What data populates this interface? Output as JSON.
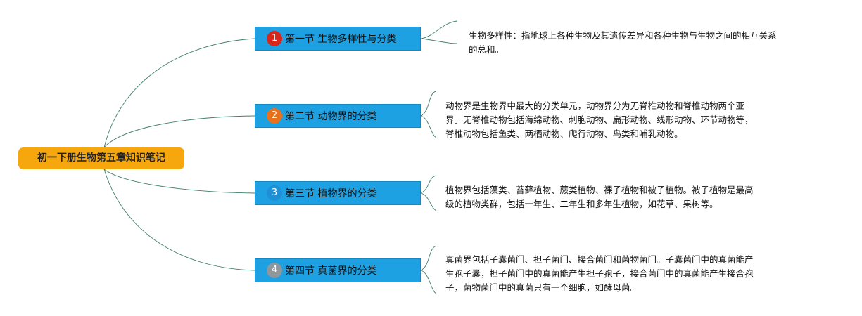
{
  "root": {
    "label": "初一下册生物第五章知识笔记"
  },
  "colors": {
    "root_fill": "#f7a70e",
    "topic_fill": "#1da1e2",
    "connector": "#3f7f6a"
  },
  "topics": [
    {
      "badge": "1",
      "badge_color": "#d9261c",
      "label": "第一节 生物多样性与分类",
      "note_lines": [
        "生物多样性：指地球上各种生物及其遗传差异和各种生物与生物之间的相互关系",
        "的总和。"
      ]
    },
    {
      "badge": "2",
      "badge_color": "#e8711c",
      "label": "第二节 动物界的分类",
      "note_lines": [
        "动物界是生物界中最大的分类单元，动物界分为无脊椎动物和脊椎动物两个亚",
        "界。无脊椎动物包括海绵动物、刺胞动物、扁形动物、线形动物、环节动物等，",
        "脊椎动物包括鱼类、两栖动物、爬行动物、鸟类和哺乳动物。"
      ]
    },
    {
      "badge": "3",
      "badge_color": "#1f8fd6",
      "label": "第三节 植物界的分类",
      "note_lines": [
        "植物界包括藻类、苔藓植物、蕨类植物、裸子植物和被子植物。被子植物是最高",
        "级的植物类群，包括一年生、二年生和多年生植物，如花草、果树等。"
      ]
    },
    {
      "badge": "4",
      "badge_color": "#8f979c",
      "label": "第四节 真菌界的分类",
      "note_lines": [
        "真菌界包括子囊菌门、担子菌门、接合菌门和菌物菌门。子囊菌门中的真菌能产",
        "生孢子囊，担子菌门中的真菌能产生担子孢子，接合菌门中的真菌能产生接合孢",
        "子，菌物菌门中的真菌只有一个细胞，如酵母菌。"
      ]
    }
  ]
}
